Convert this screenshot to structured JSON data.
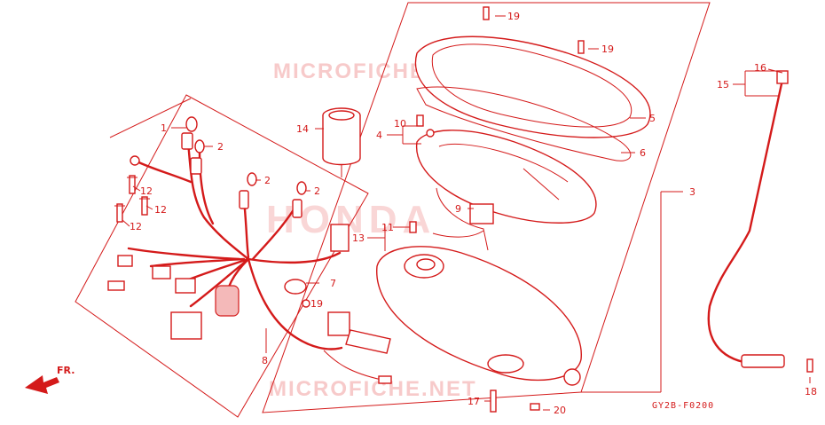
{
  "diagram": {
    "code": "GY2B-F0200",
    "front_marker": "FR.",
    "watermarks": [
      "MICROFICHE.NET",
      "HONDA",
      "MICROFICHE.NET"
    ],
    "colors": {
      "ink": "#d41a1a",
      "watermark": "#f7caca",
      "background": "#ffffff"
    },
    "callouts": [
      "1",
      "2",
      "2",
      "2",
      "3",
      "4",
      "5",
      "6",
      "7",
      "8",
      "9",
      "10",
      "11",
      "12",
      "12",
      "12",
      "13",
      "14",
      "15",
      "16",
      "17",
      "18",
      "19",
      "19",
      "19",
      "20"
    ]
  }
}
